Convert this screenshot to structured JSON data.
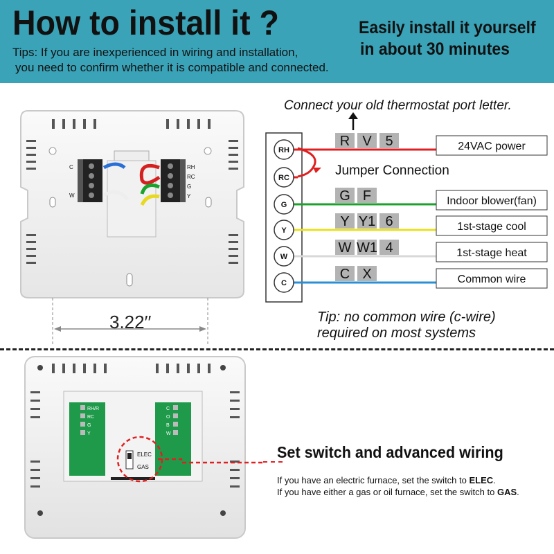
{
  "header": {
    "title": "How to install it ?",
    "tips_line1": "Tips: If you are inexperienced in wiring and installation,",
    "tips_line2": "you need to confirm whether it is compatible and connected.",
    "right_line1": "Easily install it yourself",
    "right_line2": "in about 30 minutes"
  },
  "wiring": {
    "connect_note": "Connect your old thermostat port letter.",
    "jumper_label": "Jumper Connection",
    "rows": [
      {
        "terminal": "RH",
        "codes": [
          "R",
          "V",
          "5"
        ],
        "description": "24VAC power",
        "wire_color": "#e02020"
      },
      {
        "terminal": "RC",
        "codes": [],
        "description": "",
        "wire_color": "#e02020"
      },
      {
        "terminal": "G",
        "codes": [
          "G",
          "F"
        ],
        "description": "Indoor blower(fan)",
        "wire_color": "#1aa32c"
      },
      {
        "terminal": "Y",
        "codes": [
          "Y",
          "Y1",
          "6"
        ],
        "description": "1st-stage cool",
        "wire_color": "#e8e020"
      },
      {
        "terminal": "W",
        "codes": [
          "W",
          "W1",
          "4"
        ],
        "description": "1st-stage heat",
        "wire_color": "#d8d8d8"
      },
      {
        "terminal": "C",
        "codes": [
          "C",
          "X"
        ],
        "description": "Common wire",
        "wire_color": "#2a8fd6"
      }
    ],
    "tip_line1": "Tip: no common wire (c-wire)",
    "tip_line2": "required on most systems"
  },
  "device": {
    "dimension_label": "3.22′′",
    "left_terminals": [
      "C",
      "W"
    ],
    "right_terminals": [
      "RH",
      "RC",
      "G",
      "Y"
    ],
    "board_left_terminals": [
      "RH/R",
      "RC",
      "G",
      "Y"
    ],
    "board_right_terminals": [
      "C",
      "O",
      "B",
      "W"
    ],
    "switch_elec": "ELEC",
    "switch_gas": "GAS"
  },
  "switch_section": {
    "title": "Set switch and advanced wiring",
    "line1_text": "If you have an electric furnace, set the switch to ",
    "line1_bold": "ELEC",
    "line2_text": "If you have either a gas or oil furnace, set the switch to ",
    "line2_bold": "GAS"
  },
  "colors": {
    "header_bg": "#3aa3b8",
    "cell_gray": "#b3b3b3",
    "pcb_green": "#1f9a4a",
    "callout_red": "#e02020"
  }
}
